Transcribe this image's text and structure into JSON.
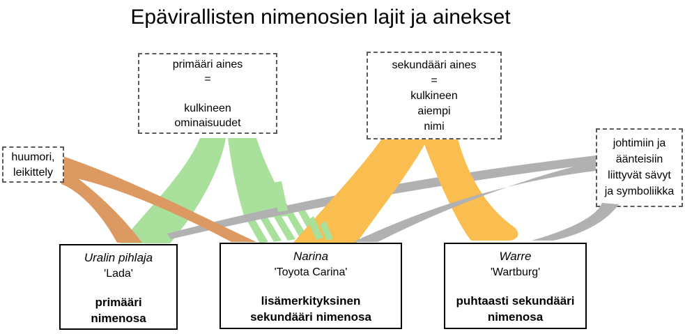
{
  "title": "Epävirallisten nimenosien lajit ja ainekset",
  "colors": {
    "green": "#a8e09c",
    "orange": "#fabd4f",
    "tan": "#dc9a62",
    "gray": "#b1b1b1"
  },
  "dashed_boxes": {
    "primary_material": {
      "lines": [
        "primääri aines",
        "=",
        "kulkineen",
        "ominaisuudet"
      ]
    },
    "secondary_material": {
      "lines": [
        "sekundääri aines",
        "=",
        "kulkineen",
        "aiempi",
        "nimi"
      ]
    },
    "humor": {
      "lines": [
        "huumori,",
        "leikittely"
      ]
    },
    "suffix_symbolism": {
      "lines": [
        "johtimiin ja",
        "äänteisiin",
        "liittyvät sävyt",
        "ja symboliikka"
      ]
    }
  },
  "example_boxes": {
    "primary": {
      "name_example": "Uralin pihlaja",
      "gloss": "'Lada'",
      "category": [
        "primääri",
        "nimenosa"
      ]
    },
    "mixed": {
      "name_example": "Narina",
      "gloss": "'Toyota Carina'",
      "category": [
        "lisämerkityksinen",
        "sekundääri nimenosa"
      ]
    },
    "secondary": {
      "name_example": "Warre",
      "gloss": "'Wartburg'",
      "category": [
        "puhtaasti sekundääri",
        "nimenosa"
      ]
    }
  },
  "flows": [
    {
      "from": "primääri aines",
      "to": "primääri nimenosa",
      "color": "green"
    },
    {
      "from": "primääri aines",
      "to": "lisämerkityksinen sekundääri nimenosa",
      "color": "green"
    },
    {
      "from": "huumori, leikittely",
      "to": "primääri nimenosa",
      "color": "tan"
    },
    {
      "from": "huumori, leikittely",
      "to": "lisämerkityksinen sekundääri nimenosa",
      "color": "tan"
    },
    {
      "from": "sekundääri aines",
      "to": "lisämerkityksinen sekundääri nimenosa",
      "color": "orange"
    },
    {
      "from": "sekundääri aines",
      "to": "puhtaasti sekundääri nimenosa",
      "color": "orange"
    },
    {
      "from": "johtimiin ja äänteisiin liittyvät sävyt ja symboliikka",
      "to": "primääri nimenosa",
      "color": "gray"
    },
    {
      "from": "johtimiin ja äänteisiin liittyvät sävyt ja symboliikka",
      "to": "lisämerkityksinen sekundääri nimenosa",
      "color": "gray"
    },
    {
      "from": "johtimiin ja äänteisiin liittyvät sävyt ja symboliikka",
      "to": "puhtaasti sekundääri nimenosa",
      "color": "gray"
    }
  ]
}
